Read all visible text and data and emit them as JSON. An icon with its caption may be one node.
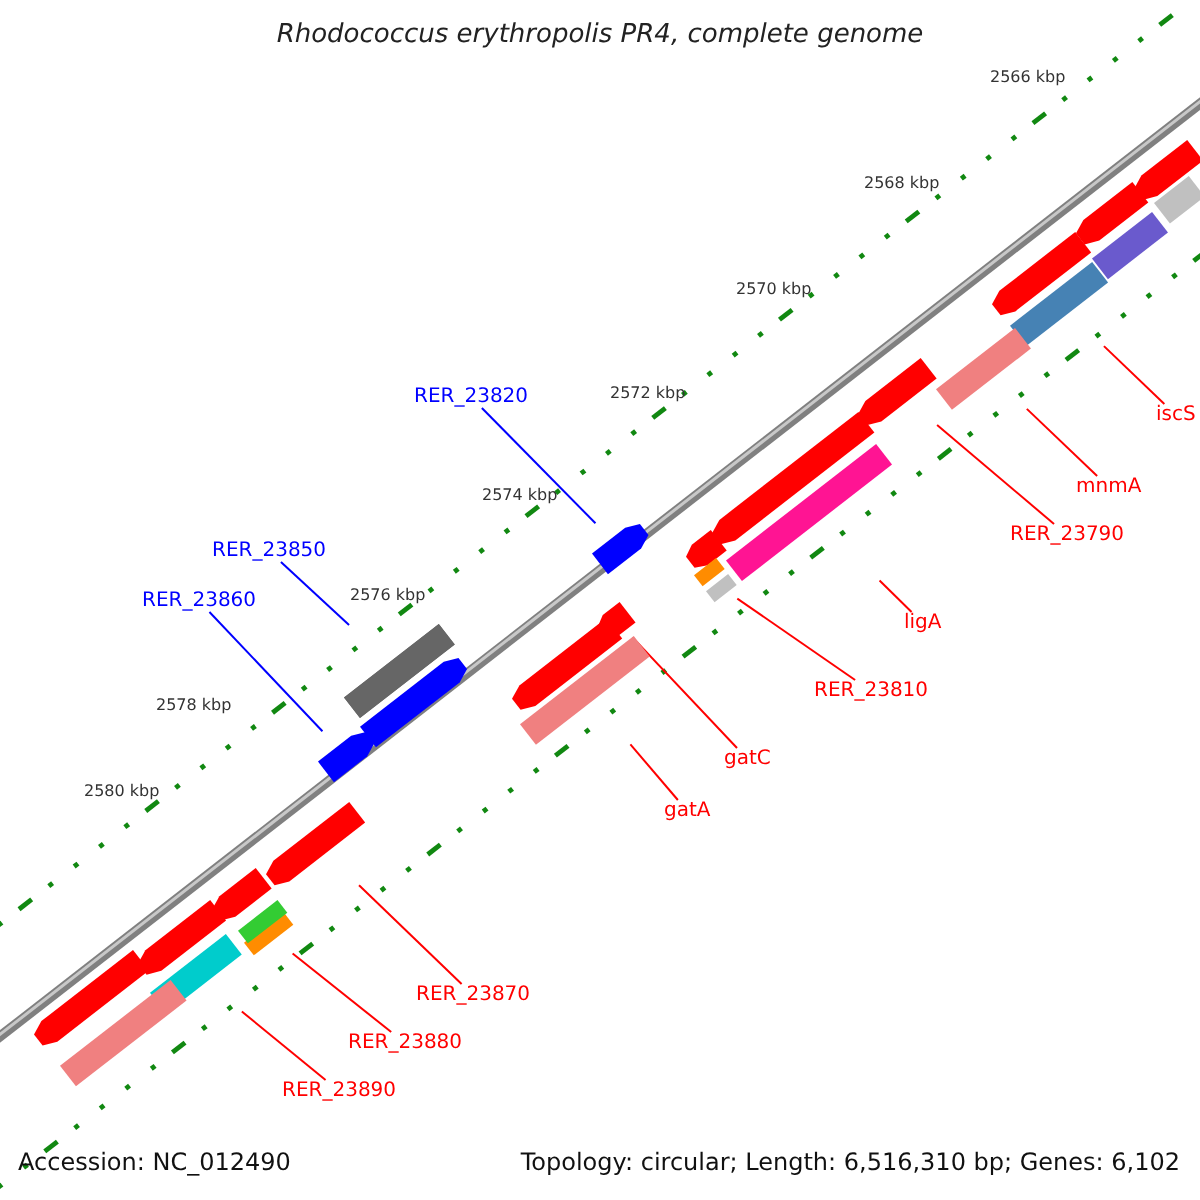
{
  "diagram": {
    "title": "Rhodococcus erythropolis PR4, complete genome",
    "nodes": [
      {
        "text": [
          "RER_23820"
        ]
      },
      {
        "text": [],
        "shape": "bar"
      },
      {
        "text": [
          "RER_23850"
        ]
      },
      {
        "text": [],
        "shape": "bar"
      },
      {
        "text": [
          "RER_23860"
        ]
      },
      {
        "text": [],
        "shape": "bar"
      },
      {
        "text": [
          "iscS"
        ]
      },
      {
        "text": [],
        "shape": "bar"
      },
      {
        "text": [
          "mnmA"
        ]
      },
      {
        "text": [],
        "shape": "bar"
      },
      {
        "text": [
          "RER_23790"
        ]
      },
      {
        "text": [],
        "shape": "bar"
      },
      {
        "text": [
          "ligA"
        ]
      },
      {
        "text": [],
        "shape": "bar"
      },
      {
        "text": [
          "RER_23810"
        ]
      },
      {
        "text": [],
        "shape": "bar"
      },
      {
        "text": [
          "gatC"
        ]
      },
      {
        "text": [],
        "shape": "bar"
      },
      {
        "text": [
          "gatA"
        ]
      },
      {
        "text": [],
        "shape": "bar"
      },
      {
        "text": [
          "RER_23870"
        ]
      },
      {
        "text": [],
        "shape": "bar"
      },
      {
        "text": [
          "RER_23880"
        ]
      },
      {
        "text": [],
        "shape": "bar"
      },
      {
        "text": [
          "RER_23890"
        ]
      },
      {
        "text": [],
        "shape": "bar"
      },
      {
        "text": [],
        "shape": "bar"
      },
      {
        "text": [],
        "shape": "bar"
      },
      {
        "text": [],
        "shape": "bar"
      },
      {
        "text": [],
        "shape": "bar"
      },
      {
        "text": [],
        "shape": "bar"
      },
      {
        "text": [],
        "shape": "bar"
      },
      {
        "text": [],
        "shape": "bar"
      },
      {
        "text": [],
        "shape": "bar"
      },
      {
        "text": [],
        "shape": "bar"
      },
      {
        "text": [],
        "shape": "bar"
      },
      {
        "text": [],
        "shape": "bar"
      },
      {
        "text": [],
        "shape": "bar"
      },
      {
        "text": [],
        "shape": "bar"
      },
      {
        "text": [],
        "shape": "bar"
      },
      {
        "text": [],
        "shape": "bar"
      },
      {
        "text": [],
        "shape": "bar"
      }
    ],
    "edges": [
      {
        "from": 0,
        "to": 1,
        "arrow": "none",
        "color": "#0000ff"
      },
      {
        "from": 2,
        "to": 3,
        "arrow": "none",
        "color": "#0000ff"
      },
      {
        "from": 4,
        "to": 5,
        "arrow": "none",
        "color": "#0000ff"
      },
      {
        "from": 6,
        "to": 7,
        "arrow": "none"
      },
      {
        "from": 8,
        "to": 9,
        "arrow": "none"
      },
      {
        "from": 10,
        "to": 11,
        "arrow": "none"
      },
      {
        "from": 12,
        "to": 13,
        "arrow": "none"
      },
      {
        "from": 14,
        "to": 15,
        "arrow": "none"
      },
      {
        "from": 16,
        "to": 17,
        "arrow": "none"
      },
      {
        "from": 18,
        "to": 19,
        "arrow": "none"
      },
      {
        "from": 20,
        "to": 21,
        "arrow": "none"
      },
      {
        "from": 22,
        "to": 23,
        "arrow": "none"
      },
      {
        "from": 24,
        "to": 25,
        "arrow": "none"
      }
    ],
    "labels": [
      "2566 kbp",
      "2568 kbp",
      "2570 kbp",
      "2572 kbp",
      "2574 kbp",
      "2576 kbp",
      "2578 kbp",
      "2580 kbp",
      "Accession: NC_012490",
      "Topology: circular; Length: 6,516,310 bp; Genes: 6,102"
    ]
  }
}
